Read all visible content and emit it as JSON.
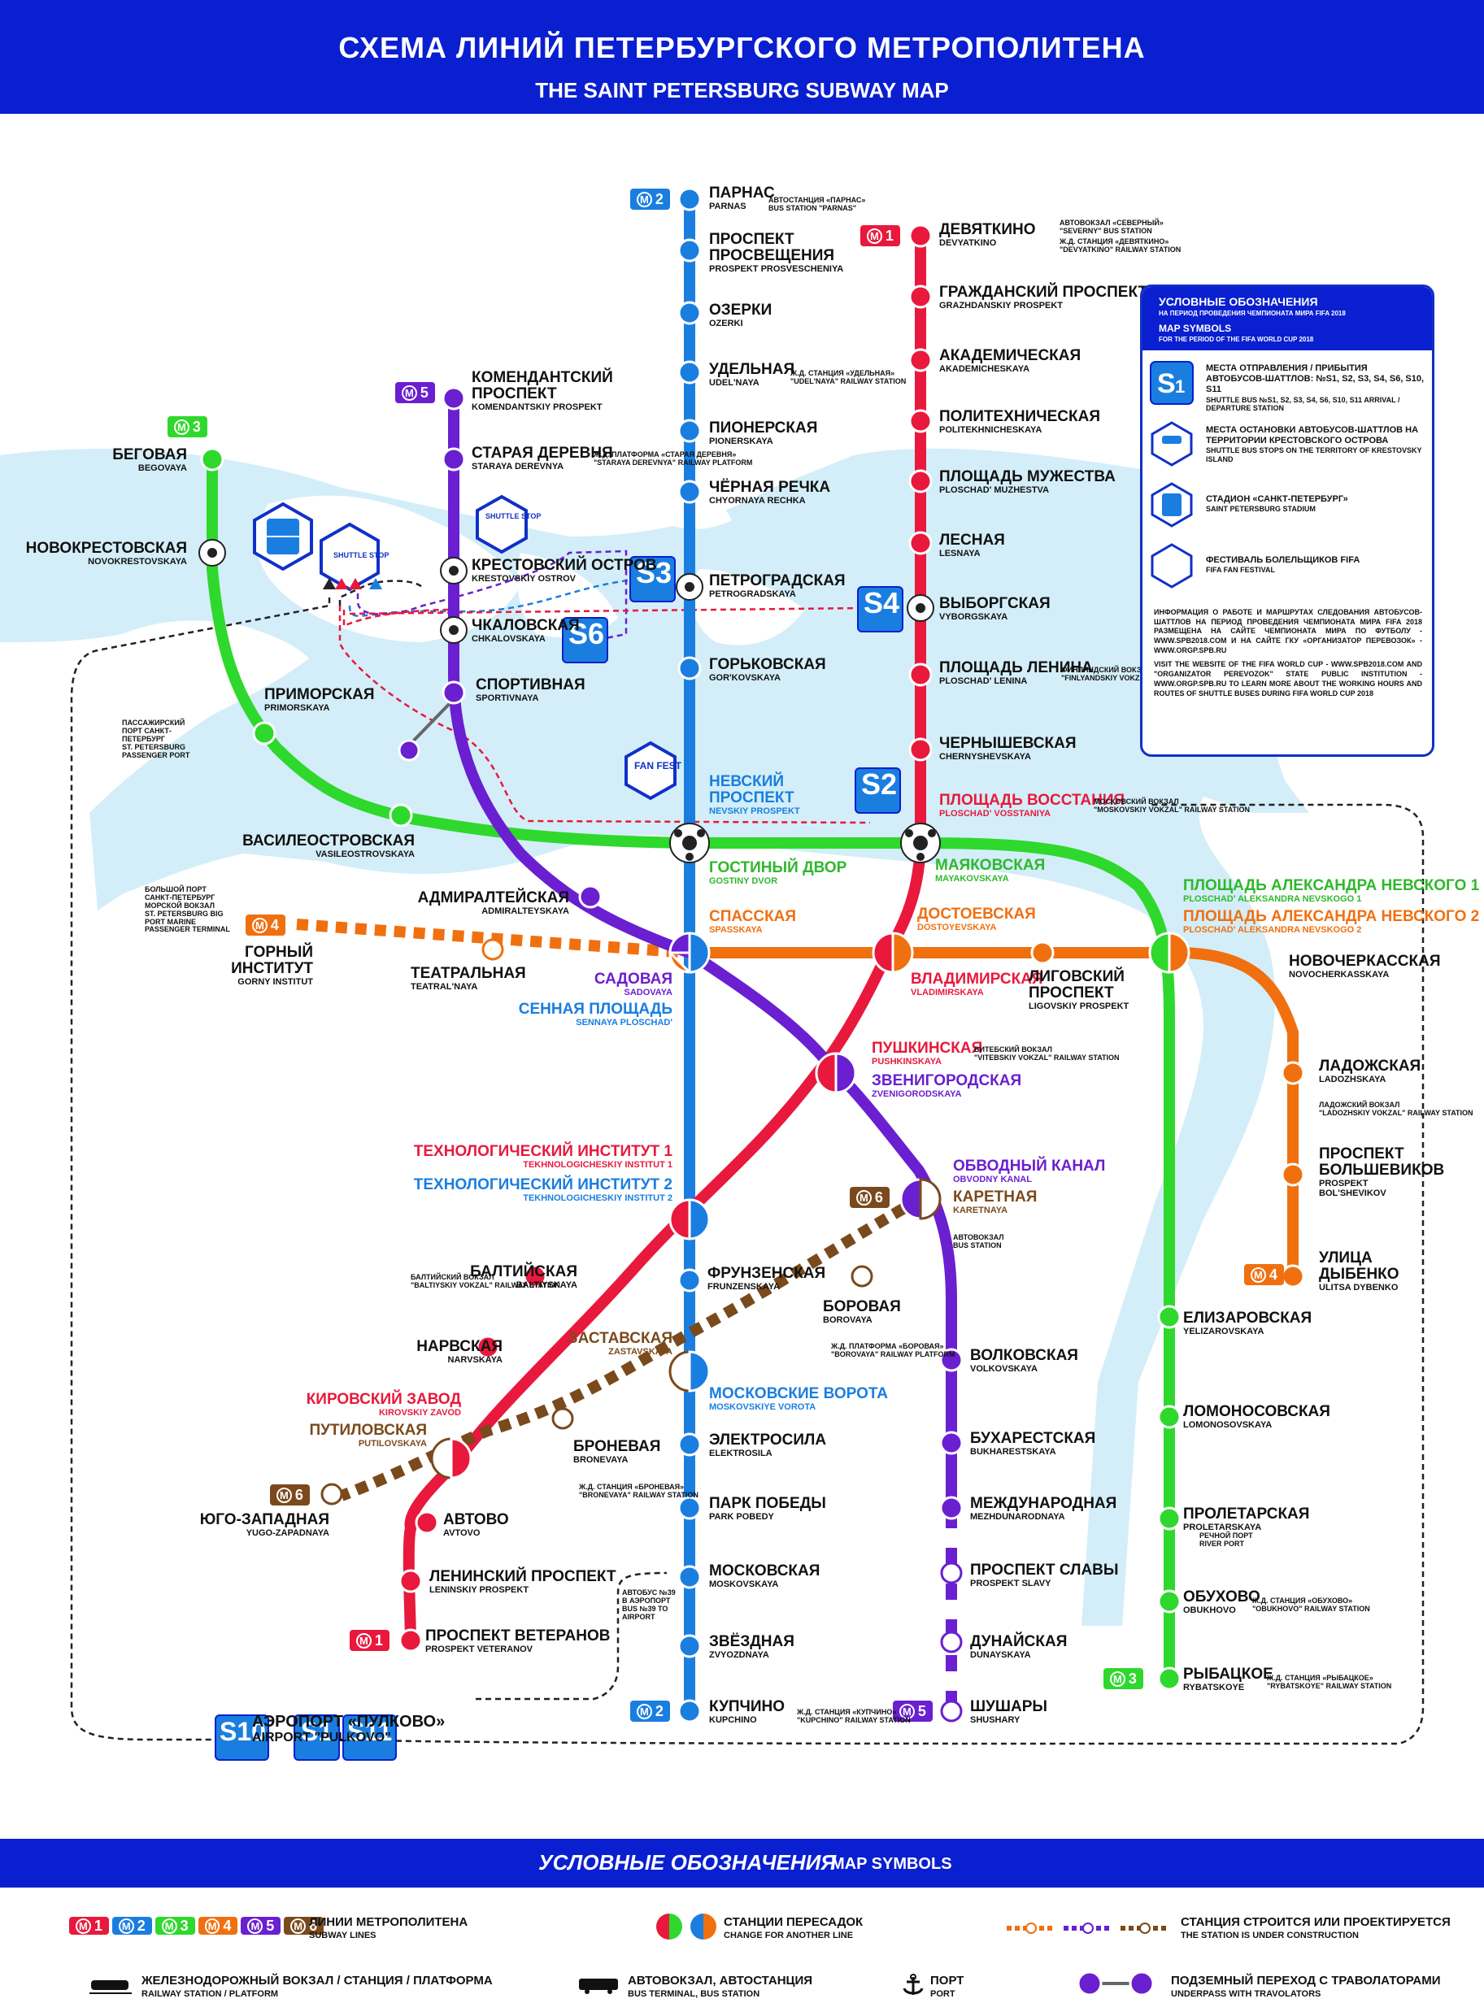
{
  "header": {
    "title_ru": "СХЕМА ЛИНИЙ ПЕТЕРБУРГСКОГО МЕТРОПОЛИТЕНА",
    "title_en": "THE SAINT PETERSBURG SUBWAY MAP"
  },
  "colors": {
    "line1": "#e8193c",
    "line2": "#1a7ee0",
    "line3": "#2fd82c",
    "line4": "#f07010",
    "line5": "#6a1fd0",
    "line6": "#7a4a1c",
    "accent": "#0a1fd0"
  },
  "line_badges": [
    "1",
    "2",
    "3",
    "4",
    "5",
    "6"
  ],
  "stations": {
    "parnas": {
      "ru": "ПАРНАС",
      "en": "PARNAS"
    },
    "pr_prosv": {
      "ru": "ПРОСПЕКТ ПРОСВЕЩЕНИЯ",
      "ru1": "ПРОСПЕКТ",
      "ru2": "ПРОСВЕЩЕНИЯ",
      "en": "PROSPEKT PROSVESCHENIYA"
    },
    "ozerki": {
      "ru": "ОЗЕРКИ",
      "en": "OZERKI"
    },
    "udelnaya": {
      "ru": "УДЕЛЬНАЯ",
      "en": "UDEL'NAYA"
    },
    "pionerskaya": {
      "ru": "ПИОНЕРСКАЯ",
      "en": "PIONERSKAYA"
    },
    "chernaya": {
      "ru": "ЧЁРНАЯ РЕЧКА",
      "en": "CHYORNAYA RECHKA"
    },
    "petrogradskaya": {
      "ru": "ПЕТРОГРАДСКАЯ",
      "en": "PETROGRADSKAYA"
    },
    "gorkovskaya": {
      "ru": "ГОРЬКОВСКАЯ",
      "en": "GOR'KOVSKAYA"
    },
    "nevsky": {
      "ru1": "НЕВСКИЙ",
      "ru2": "ПРОСПЕКТ",
      "en": "NEVSKIY PROSPEKT"
    },
    "gostiny": {
      "ru": "ГОСТИНЫЙ ДВОР",
      "en": "GOSTINY DVOR"
    },
    "spasskaya": {
      "ru": "СПАССКАЯ",
      "en": "SPASSKAYA"
    },
    "sadovaya": {
      "ru": "САДОВАЯ",
      "en": "SADOVAYA"
    },
    "sennaya": {
      "ru": "СЕННАЯ ПЛОЩАДЬ",
      "en": "SENNAYA PLOSCHAD'"
    },
    "tekh1": {
      "ru": "ТЕХНОЛОГИЧЕСКИЙ ИНСТИТУТ 1",
      "en": "TEKHNOLOGICHESKIY INSTITUT 1"
    },
    "tekh2": {
      "ru": "ТЕХНОЛОГИЧЕСКИЙ ИНСТИТУТ 2",
      "en": "TEKHNOLOGICHESKIY INSTITUT 2"
    },
    "frunzenskaya": {
      "ru": "ФРУНЗЕНСКАЯ",
      "en": "FRUNZENSKAYA"
    },
    "mosk_vorota": {
      "ru": "МОСКОВСКИЕ ВОРОТА",
      "en": "MOSKOVSKIYE VOROTA"
    },
    "elektrosila": {
      "ru": "ЭЛЕКТРОСИЛА",
      "en": "ELEKTROSILA"
    },
    "park_pobedy": {
      "ru": "ПАРК ПОБЕДЫ",
      "en": "PARK POBEDY"
    },
    "moskovskaya": {
      "ru": "МОСКОВСКАЯ",
      "en": "MOSKOVSKAYA"
    },
    "zvezdnaya": {
      "ru": "ЗВЁЗДНАЯ",
      "en": "ZVYOZDNAYA"
    },
    "kupchino": {
      "ru": "КУПЧИНО",
      "en": "KUPCHINO"
    },
    "devyatkino": {
      "ru": "ДЕВЯТКИНО",
      "en": "DEVYATKINO"
    },
    "grazhd": {
      "ru": "ГРАЖДАНСКИЙ ПРОСПЕКТ",
      "en": "GRAZHDANSKIY PROSPEKT"
    },
    "akadem": {
      "ru": "АКАДЕМИЧЕСКАЯ",
      "en": "AKADEMICHESKAYA"
    },
    "politekh": {
      "ru": "ПОЛИТЕХНИЧЕСКАЯ",
      "en": "POLITEKHNICHESKAYA"
    },
    "muzhestva": {
      "ru": "ПЛОЩАДЬ МУЖЕСТВА",
      "en": "PLOSCHAD' MUZHESTVA"
    },
    "lesnaya": {
      "ru": "ЛЕСНАЯ",
      "en": "LESNAYA"
    },
    "vyborgskaya": {
      "ru": "ВЫБОРГСКАЯ",
      "en": "VYBORGSKAYA"
    },
    "lenina": {
      "ru": "ПЛОЩАДЬ ЛЕНИНА",
      "en": "PLOSCHAD' LENINA"
    },
    "chernyshevskaya": {
      "ru": "ЧЕРНЫШЕВСКАЯ",
      "en": "CHERNYSHEVSKAYA"
    },
    "vosstaniya": {
      "ru": "ПЛОЩАДЬ ВОССТАНИЯ",
      "en": "PLOSCHAD' VOSSTANIYA"
    },
    "mayakovskaya": {
      "ru": "МАЯКОВСКАЯ",
      "en": "MAYAKOVSKAYA"
    },
    "dostoevskaya": {
      "ru": "ДОСТОЕВСКАЯ",
      "en": "DOSTOYEVSKAYA"
    },
    "vladimirskaya": {
      "ru": "ВЛАДИМИРСКАЯ",
      "en": "VLADIMIRSKAYA"
    },
    "pushkinskaya": {
      "ru": "ПУШКИНСКАЯ",
      "en": "PUSHKINSKAYA"
    },
    "zvenigorodskaya": {
      "ru": "ЗВЕНИГОРОДСКАЯ",
      "en": "ZVENIGORODSKAYA"
    },
    "baltiyskaya": {
      "ru": "БАЛТИЙСКАЯ",
      "en": "BALTIYSKAYA"
    },
    "narvskaya": {
      "ru": "НАРВСКАЯ",
      "en": "NARVSKAYA"
    },
    "kirovsky": {
      "ru": "КИРОВСКИЙ ЗАВОД",
      "en": "KIROVSKIY ZAVOD"
    },
    "avtovo": {
      "ru": "АВТОВО",
      "en": "AVTOVO"
    },
    "leninsky": {
      "ru": "ЛЕНИНСКИЙ ПРОСПЕКТ",
      "en": "LENINSKIY PROSPEKT"
    },
    "veteranov": {
      "ru": "ПРОСПЕКТ ВЕТЕРАНОВ",
      "en": "PROSPEKT VETERANOV"
    },
    "begovaya": {
      "ru": "БЕГОВАЯ",
      "en": "BEGOVAYA"
    },
    "novokrest": {
      "ru": "НОВОКРЕСТОВСКАЯ",
      "en": "NOVOKRESTOVSKAYA"
    },
    "primorskaya": {
      "ru": "ПРИМОРСКАЯ",
      "en": "PRIMORSKAYA"
    },
    "vasileostr": {
      "ru": "ВАСИЛЕОСТРОВСКАЯ",
      "en": "VASILEOSTROVSKAYA"
    },
    "pl_al_nev1": {
      "ru": "ПЛОЩАДЬ АЛЕКСАНДРА НЕВСКОГО 1",
      "en": "PLOSCHAD' ALEKSANDRA NEVSKOGO 1"
    },
    "pl_al_nev2": {
      "ru": "ПЛОЩАДЬ АЛЕКСАНДРА НЕВСКОГО 2",
      "en": "PLOSCHAD' ALEKSANDRA NEVSKOGO 2"
    },
    "elizarovskaya": {
      "ru": "ЕЛИЗАРОВСКАЯ",
      "en": "YELIZAROVSKAYA"
    },
    "lomonosovskaya": {
      "ru": "ЛОМОНОСОВСКАЯ",
      "en": "LOMONOSOVSKAYA"
    },
    "proletarskaya": {
      "ru": "ПРОЛЕТАРСКАЯ",
      "en": "PROLETARSKAYA"
    },
    "obukhovo": {
      "ru": "ОБУХОВО",
      "en": "OBUKHOVO"
    },
    "rybatskoye": {
      "ru": "РЫБАЦКОЕ",
      "en": "RYBATSKOYE"
    },
    "gorny": {
      "ru1": "ГОРНЫЙ",
      "ru2": "ИНСТИТУТ",
      "en": "GORNY INSTITUT"
    },
    "teatralnaya": {
      "ru": "ТЕАТРАЛЬНАЯ",
      "en": "TEATRAL'NAYA"
    },
    "ligovsky": {
      "ru1": "ЛИГОВСКИЙ",
      "ru2": "ПРОСПЕКТ",
      "en": "LIGOVSKIY PROSPEKT"
    },
    "novocherkasskaya": {
      "ru": "НОВОЧЕРКАССКАЯ",
      "en": "NOVOCHERKASSKAYA"
    },
    "ladozhskaya": {
      "ru": "ЛАДОЖСКАЯ",
      "en": "LADOZHSKAYA"
    },
    "bolshevikov": {
      "ru1": "ПРОСПЕКТ",
      "ru2": "БОЛЬШЕВИКОВ",
      "en1": "PROSPEKT",
      "en2": "BOL'SHEVIKOV"
    },
    "dybenko": {
      "ru1": "УЛИЦА",
      "ru2": "ДЫБЕНКО",
      "en": "ULITSA DYBENKO"
    },
    "komendantsky": {
      "ru1": "КОМЕНДАНТСКИЙ",
      "ru2": "ПРОСПЕКТ",
      "en": "KOMENDANTSKIY PROSPEKT"
    },
    "staraya": {
      "ru": "СТАРАЯ ДЕРЕВНЯ",
      "en": "STARAYA DEREVNYA"
    },
    "krestovsky": {
      "ru": "КРЕСТОВСКИЙ ОСТРОВ",
      "en": "KRESTOVSKIY OSTROV"
    },
    "chkalovskaya": {
      "ru": "ЧКАЛОВСКАЯ",
      "en": "CHKALOVSKAYA"
    },
    "sportivnaya": {
      "ru": "СПОРТИВНАЯ",
      "en": "SPORTIVNAYA"
    },
    "admiralteyskaya": {
      "ru": "АДМИРАЛТЕЙСКАЯ",
      "en": "ADMIRALTEYSKAYA"
    },
    "obvodny": {
      "ru": "ОБВОДНЫЙ КАНАЛ",
      "en": "OBVODNY KANAL"
    },
    "volkovskaya": {
      "ru": "ВОЛКОВСКАЯ",
      "en": "VOLKOVSKAYA"
    },
    "bukharestskaya": {
      "ru": "БУХАРЕСТСКАЯ",
      "en": "BUKHARESTSKAYA"
    },
    "mezhdunarodnaya": {
      "ru": "МЕЖДУНАРОДНАЯ",
      "en": "MEZHDUNARODNAYA"
    },
    "pr_slavy": {
      "ru": "ПРОСПЕКТ СЛАВЫ",
      "en": "PROSPEKT SLAVY"
    },
    "dunayskaya": {
      "ru": "ДУНАЙСКАЯ",
      "en": "DUNAYSKAYA"
    },
    "shushary": {
      "ru": "ШУШАРЫ",
      "en": "SHUSHARY"
    },
    "karetnaya": {
      "ru": "КАРЕТНАЯ",
      "en": "KARETNAYA"
    },
    "borovaya": {
      "ru": "БОРОВАЯ",
      "en": "BOROVAYA"
    },
    "zastavskaya": {
      "ru": "ЗАСТАВСКАЯ",
      "en": "ZASTAVSKAYA"
    },
    "bronevaya": {
      "ru": "БРОНЕВАЯ",
      "en": "BRONEVAYA"
    },
    "putilovskaya": {
      "ru": "ПУТИЛОВСКАЯ",
      "en": "PUTILOVSKAYA"
    },
    "yugo_zapadnaya": {
      "ru": "ЮГО-ЗАПАДНАЯ",
      "en": "YUGO-ZAPADNAYA"
    }
  },
  "annotations": {
    "parnas_bus": "АВТОСТАНЦИЯ «ПАРНАС»",
    "parnas_bus_en": "BUS STATION \"PARNAS\"",
    "devyatkino_bus": "АВТОВОКЗАЛ «СЕВЕРНЫЙ»",
    "devyatkino_bus_en": "\"SEVERNY\" BUS STATION",
    "devyatkino_rail": "Ж.Д. СТАНЦИЯ «ДЕВЯТКИНО»",
    "devyatkino_rail_en": "\"DEVYATKINO\" RAILWAY STATION",
    "udelnaya_rail": "Ж.Д. СТАНЦИЯ «УДЕЛЬНАЯ»",
    "udelnaya_rail_en": "\"UDEL'NAYA\" RAILWAY STATION",
    "staraya_rail": "Ж.Д. ПЛАТФОРМА «СТАРАЯ ДЕРЕВНЯ»",
    "staraya_rail_en": "\"STARAYA DEREVNYA\" RAILWAY PLATFORM",
    "finland_rail": "ФИНЛЯНДСКИЙ ВОКЗАЛ",
    "finland_rail_en": "\"FINLYANDSKIY VOKZAL\" RAILWAY STATION",
    "moscow_rail": "МОСКОВСКИЙ ВОКЗАЛ",
    "moscow_rail_en": "\"MOSKOVSKIY VOKZAL\" RAILWAY STATION",
    "vitebsk_rail": "ВИТЕБСКИЙ ВОКЗАЛ",
    "vitebsk_rail_en": "\"VITEBSKIY VOKZAL\" RAILWAY STATION",
    "baltic_rail": "БАЛТИЙСКИЙ ВОКЗАЛ",
    "baltic_rail_en": "\"BALTIYSKIY VOKZAL\" RAILWAY STATION",
    "ladozh_rail": "ЛАДОЖСКИЙ ВОКЗАЛ",
    "ladozh_rail_en": "\"LADOZHSKIY VOKZAL\" RAILWAY STATION",
    "karetnaya_bus": "АВТОВОКЗАЛ",
    "karetnaya_bus_en": "BUS STATION",
    "borovaya_rail": "Ж.Д. ПЛАТФОРМА «БОРОВАЯ»",
    "borovaya_rail_en": "\"BOROVAYA\" RAILWAY PLATFORM",
    "bronevaya_rail": "Ж.Д. СТАНЦИЯ «БРОНЕВАЯ»",
    "bronevaya_rail_en": "\"BRONEVAYA\" RAILWAY STATION",
    "kupchino_rail": "Ж.Д. СТАНЦИЯ «КУПЧИНО»",
    "kupchino_rail_en": "\"KUPCHINO\" RAILWAY STATION",
    "obukhovo_rail": "Ж.Д. СТАНЦИЯ «ОБУХОВО»",
    "obukhovo_rail_en": "\"OBUKHOVO\" RAILWAY STATION",
    "rybatskoye_rail": "Ж.Д. СТАНЦИЯ «РЫБАЦКОЕ»",
    "rybatskoye_rail_en": "\"RYBATSKOYE\" RAILWAY STATION",
    "river_port": "РЕЧНОЙ ПОРТ",
    "river_port_en": "RIVER PORT",
    "passenger_port": "ПАССАЖИРСКИЙ ПОРТ САНКТ-ПЕТЕРБУРГ",
    "passenger_port_en": "ST. PETERSBURG PASSENGER PORT",
    "marine_port": "БОЛЬШОЙ ПОРТ САНКТ-ПЕТЕРБУРГ МОРСКОЙ ВОКЗАЛ",
    "marine_port_en": "ST. PETERSBURG BIG PORT MARINE PASSENGER TERMINAL",
    "bus39": "АВТОБУС №39 В АЭРОПОРТ",
    "bus39_en": "BUS №39 TO AIRPORT",
    "airport_ru": "АЭРОПОРТ «ПУЛКОВО»",
    "airport_en": "AIRPORT \"PULKOVO\"",
    "fan_fest": "FAN FEST",
    "shuttle_stop": "SHUTTLE STOP"
  },
  "shuttles": [
    "S1",
    "S2",
    "S3",
    "S4",
    "S6",
    "S10",
    "S11"
  ],
  "legend_box": {
    "title_ru": "УСЛОВНЫЕ ОБОЗНАЧЕНИЯ",
    "sub_ru": "НА ПЕРИОД ПРОВЕДЕНИЯ ЧЕМПИОНАТА МИРА FIFA 2018",
    "title_en": "MAP SYMBOLS",
    "sub_en": "FOR THE PERIOD OF THE FIFA WORLD CUP 2018",
    "items": [
      {
        "ru": "МЕСТА ОТПРАВЛЕНИЯ / ПРИБЫТИЯ АВТОБУСОВ-ШАТТЛОВ: №S1, S2, S3, S4, S6, S10, S11",
        "en": "SHUTTLE BUS №S1, S2, S3, S4, S6, S10, S11 ARRIVAL / DEPARTURE STATION"
      },
      {
        "ru": "МЕСТА ОСТАНОВКИ АВТОБУСОВ-ШАТТЛОВ НА ТЕРРИТОРИИ КРЕСТОВСКОГО ОСТРОВА",
        "en": "SHUTTLE BUS STOPS ON THE TERRITORY OF KRESTOVSKY ISLAND"
      },
      {
        "ru": "СТАДИОН «САНКТ-ПЕТЕРБУРГ»",
        "en": "SAINT PETERSBURG STADIUM"
      },
      {
        "ru": "ФЕСТИВАЛЬ БОЛЕЛЬЩИКОВ FIFA",
        "en": "FIFA FAN FESTIVAL"
      }
    ],
    "info_ru": "ИНФОРМАЦИЯ О РАБОТЕ И МАРШРУТАХ СЛЕДОВАНИЯ АВТОБУСОВ-ШАТТЛОВ НА ПЕРИОД ПРОВЕДЕНИЯ ЧЕМПИОНАТА МИРА FIFA 2018 РАЗМЕЩЕНА НА САЙТЕ ЧЕМПИОНАТА МИРА ПО ФУТБОЛУ - WWW.SPB2018.COM И НА САЙТЕ ГКУ «ОРГАНИЗАТОР ПЕРЕВОЗОК» - WWW.ORGP.SPB.RU",
    "info_en": "VISIT THE WEBSITE OF THE FIFA WORLD CUP - WWW.SPB2018.COM AND \"ORGANIZATOR PEREVOZOK\" STATE PUBLIC INSTITUTION - WWW.ORGP.SPB.RU TO LEARN MORE ABOUT THE WORKING HOURS AND ROUTES OF SHUTTLE BUSES DURING FIFA WORLD CUP 2018"
  },
  "footer": {
    "title_ru": "УСЛОВНЫЕ ОБОЗНАЧЕНИЯ",
    "title_en": "MAP SYMBOLS",
    "items": [
      {
        "ru": "ЛИНИИ МЕТРОПОЛИТЕНА",
        "en": "SUBWAY LINES"
      },
      {
        "ru": "СТАНЦИИ ПЕРЕСАДОК",
        "en": "CHANGE FOR ANOTHER LINE"
      },
      {
        "ru": "СТАНЦИЯ СТРОИТСЯ ИЛИ ПРОЕКТИРУЕТСЯ",
        "en": "THE STATION IS UNDER CONSTRUCTION"
      },
      {
        "ru": "ЖЕЛЕЗНОДОРОЖНЫЙ ВОКЗАЛ / СТАНЦИЯ / ПЛАТФОРМА",
        "en": "RAILWAY STATION / PLATFORM"
      },
      {
        "ru": "АВТОВОКЗАЛ, АВТОСТАНЦИЯ",
        "en": "BUS TERMINAL, BUS STATION"
      },
      {
        "ru": "ПОРТ",
        "en": "PORT"
      },
      {
        "ru": "ПОДЗЕМНЫЙ ПЕРЕХОД С ТРАВОЛАТОРАМИ",
        "en": "UNDERPASS WITH TRAVOLATORS"
      }
    ]
  }
}
